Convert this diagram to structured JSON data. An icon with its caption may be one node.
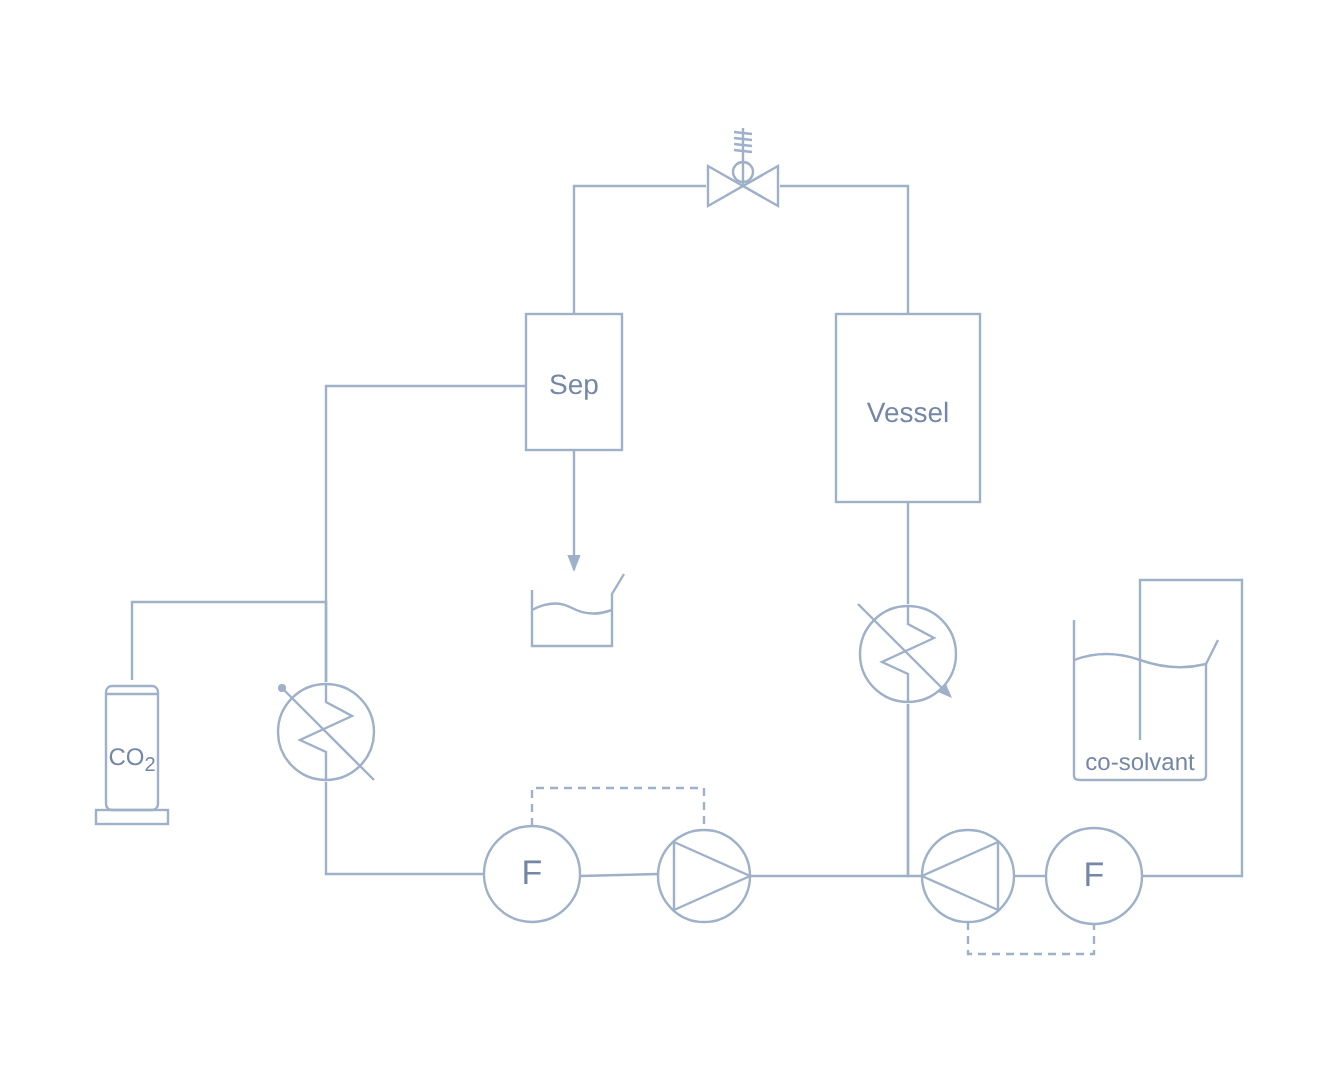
{
  "diagram": {
    "nodes": [
      {
        "text": [
          "CO$_{2}$"
        ]
      },
      {
        "text": [],
        "shape": "circle"
      },
      {
        "text": [
          "F"
        ]
      },
      {
        "text": [],
        "shape": "circle"
      },
      {
        "text": [],
        "shape": "circle"
      },
      {
        "text": [
          "F"
        ]
      },
      {
        "text": [
          "co-solvant"
        ]
      },
      {
        "text": [],
        "shape": "circle"
      },
      {
        "text": [
          "Vessel"
        ]
      },
      {
        "text": [],
        "shape": "valve"
      },
      {
        "text": [
          "Sep"
        ]
      },
      {
        "text": [],
        "shape": "beaker"
      }
    ],
    "edges": [
      {
        "from": 0,
        "to": 1,
        "arrow": "none"
      },
      {
        "from": 10,
        "to": 1,
        "arrow": "none"
      },
      {
        "from": 1,
        "to": 2,
        "arrow": "none"
      },
      {
        "from": 2,
        "to": 3,
        "arrow": "none"
      },
      {
        "from": 3,
        "to": 7,
        "arrow": "none"
      },
      {
        "from": 4,
        "to": 7,
        "arrow": "none"
      },
      {
        "from": 5,
        "to": 4,
        "arrow": "none"
      },
      {
        "from": 6,
        "to": 5,
        "arrow": "none"
      },
      {
        "from": 7,
        "to": 8,
        "arrow": "none"
      },
      {
        "from": 8,
        "to": 9,
        "arrow": "none"
      },
      {
        "from": 9,
        "to": 10,
        "arrow": "none"
      },
      {
        "from": 10,
        "to": 11,
        "arrow": "to"
      },
      {
        "from": 2,
        "to": 3,
        "arrow": "none",
        "style": "dashed"
      },
      {
        "from": 4,
        "to": 5,
        "arrow": "none",
        "style": "dashed"
      }
    ]
  }
}
